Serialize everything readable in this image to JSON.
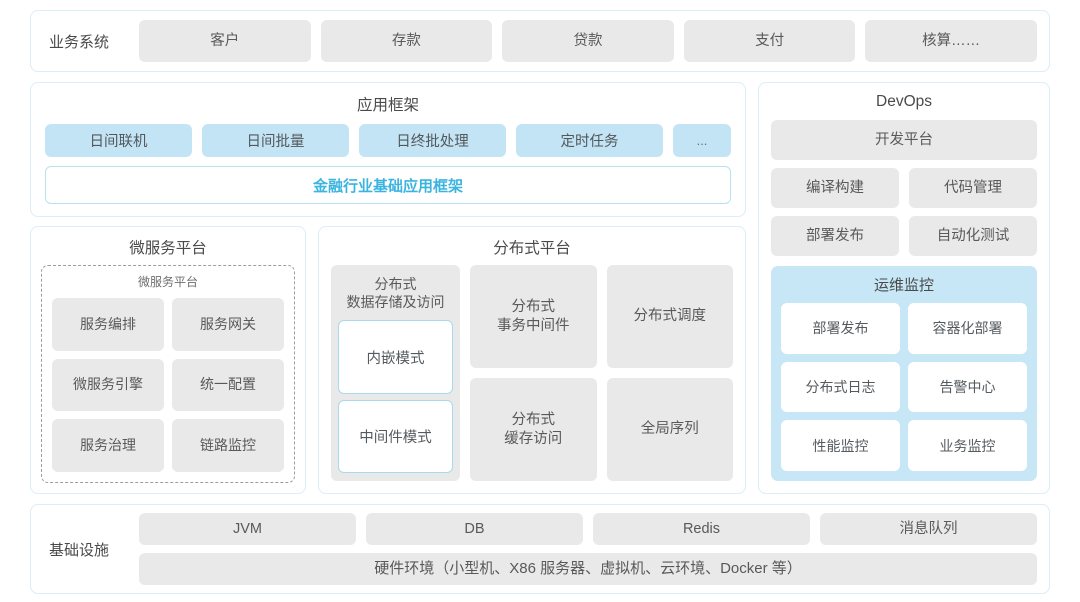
{
  "business_systems": {
    "label": "业务系统",
    "items": [
      "客户",
      "存款",
      "贷款",
      "支付",
      "核算……"
    ]
  },
  "app_framework": {
    "title": "应用框架",
    "chips": [
      "日间联机",
      "日间批量",
      "日终批处理",
      "定时任务"
    ],
    "more": "...",
    "band": "金融行业基础应用框架"
  },
  "microservice_platform": {
    "title": "微服务平台",
    "inner_title": "微服务平台",
    "items": [
      "服务编排",
      "服务网关",
      "微服务引擎",
      "统一配置",
      "服务治理",
      "链路监控"
    ]
  },
  "distributed_platform": {
    "title": "分布式平台",
    "storage": {
      "label": "分布式\n数据存储及访问",
      "modes": [
        "内嵌模式",
        "中间件模式"
      ]
    },
    "cells": [
      "分布式\n事务中间件",
      "分布式调度",
      "分布式\n缓存访问",
      "全局序列"
    ]
  },
  "devops": {
    "title": "DevOps",
    "platform": "开发平台",
    "pairs": [
      [
        "编译构建",
        "代码管理"
      ],
      [
        "部署发布",
        "自动化测试"
      ]
    ],
    "ops_monitor": {
      "title": "运维监控",
      "items": [
        "部署发布",
        "容器化部署",
        "分布式日志",
        "告警中心",
        "性能监控",
        "业务监控"
      ]
    }
  },
  "infrastructure": {
    "label": "基础设施",
    "items": [
      "JVM",
      "DB",
      "Redis",
      "消息队列"
    ],
    "hardware": "硬件环境（小型机、X86 服务器、虚拟机、云环境、Docker 等）"
  },
  "colors": {
    "panel_border": "#d9eef5",
    "chip_gray": "#e9e9e9",
    "chip_blue": "#c2e4f5",
    "accent": "#3cb4e0",
    "ops_bg": "#c7e7f7"
  }
}
